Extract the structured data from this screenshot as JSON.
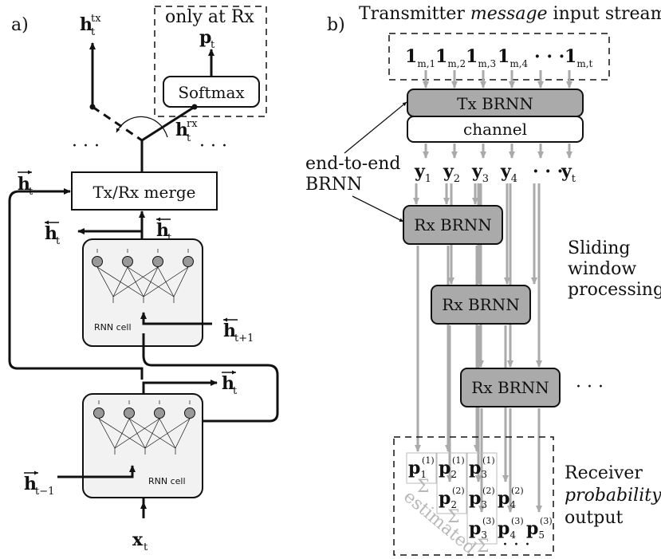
{
  "panel_a": {
    "label": "a)",
    "h_tx": "h",
    "h_tx_sub": "t",
    "h_tx_sup": "tx",
    "p_t": "p",
    "p_t_sub": "t",
    "only_rx": "only at Rx",
    "softmax": "Softmax",
    "h_rx": "h",
    "h_rx_sub": "t",
    "h_rx_sup": "rx",
    "dots_left": "· · ·",
    "dots_right": "· · ·",
    "merge": "Tx/Rx merge",
    "fw_h": "h",
    "fw_sub": "t",
    "bw_h_left": "h",
    "bw_left_sub": "t",
    "bw_h_mid": "h",
    "bw_mid_sub": "t",
    "bw_next": "h",
    "bw_next_sub": "t+1",
    "rnn_cell_top": "RNN cell",
    "fw_out": "h",
    "fw_out_sub": "t",
    "fw_prev": "h",
    "fw_prev_sub": "t−1",
    "rnn_cell_bottom": "RNN cell",
    "x_t": "x",
    "x_t_sub": "t"
  },
  "panel_b": {
    "label": "b)",
    "title_pre": "Transmitter ",
    "title_ital": "message",
    "title_post": " input stream",
    "inputs": [
      {
        "main": "1",
        "sub": "m,1"
      },
      {
        "main": "1",
        "sub": "m,2"
      },
      {
        "main": "1",
        "sub": "m,3"
      },
      {
        "main": "1",
        "sub": "m,4"
      },
      {
        "main": "· · ·",
        "sub": ""
      },
      {
        "main": "1",
        "sub": "m,t"
      }
    ],
    "tx_brnn": "Tx BRNN",
    "channel": "channel",
    "e2e_line1": "end-to-end",
    "e2e_line2": "BRNN",
    "outputs": [
      {
        "main": "y",
        "sub": "1"
      },
      {
        "main": "y",
        "sub": "2"
      },
      {
        "main": "y",
        "sub": "3"
      },
      {
        "main": "y",
        "sub": "4"
      },
      {
        "main": "· · ·",
        "sub": ""
      },
      {
        "main": "y",
        "sub": "t"
      }
    ],
    "rx_brnn": "Rx BRNN",
    "sliding1": "Sliding",
    "sliding2": "window",
    "sliding3": "processing",
    "dots_rx": "· · ·",
    "probs": [
      {
        "main": "p",
        "sub": "1",
        "sup": "(1)"
      },
      {
        "main": "p",
        "sub": "2",
        "sup": "(1)"
      },
      {
        "main": "p",
        "sub": "3",
        "sup": "(1)"
      },
      {
        "main": "p",
        "sub": "2",
        "sup": "(2)"
      },
      {
        "main": "p",
        "sub": "3",
        "sup": "(2)"
      },
      {
        "main": "p",
        "sub": "4",
        "sup": "(2)"
      },
      {
        "main": "p",
        "sub": "3",
        "sup": "(3)"
      },
      {
        "main": "p",
        "sub": "4",
        "sup": "(3)"
      },
      {
        "main": "p",
        "sub": "5",
        "sup": "(3)"
      }
    ],
    "sigma": "Σ",
    "estimated": "estimated",
    "dots_out": "· · ·",
    "recv1": "Receiver",
    "recv2": "probability",
    "recv3": "output"
  }
}
